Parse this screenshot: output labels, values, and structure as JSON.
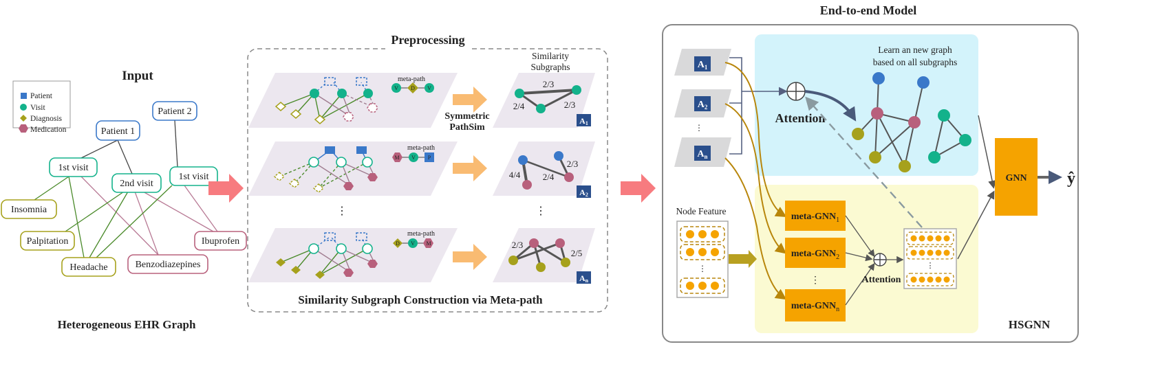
{
  "input": {
    "title": "Input",
    "caption": "Heterogeneous EHR Graph",
    "legend": {
      "patient": "Patient",
      "visit": "Visit",
      "diagnosis": "Diagnosis",
      "medication": "Medication"
    },
    "nodes": {
      "patient1": "Patient 1",
      "patient2": "Patient 2",
      "visit1": "1st visit",
      "visit2": "2nd visit",
      "visit3": "1st visit",
      "insomnia": "Insomnia",
      "palpitation": "Palpitation",
      "headache": "Headache",
      "benzodiazepines": "Benzodiazepines",
      "ibuprofen": "Ibuprofen"
    }
  },
  "preprocessing": {
    "title": "Preprocessing",
    "metapath_label": "meta-path",
    "sim_title_1": "Similarity",
    "sim_title_2": "Subgraphs",
    "pathsim_1": "Symmetric",
    "pathsim_2": "PathSim",
    "caption": "Similarity Subgraph Construction via Meta-path",
    "metapaths": [
      [
        "V",
        "D",
        "V"
      ],
      [
        "M",
        "V",
        "P"
      ],
      [
        "D",
        "V",
        "M"
      ]
    ],
    "weights1": [
      "2/3",
      "2/4",
      "2/3"
    ],
    "weights2": [
      "2/3",
      "4/4",
      "2/4"
    ],
    "weights3": [
      "2/3",
      "2/5"
    ],
    "adj_labels": [
      "A1",
      "A2",
      "An"
    ]
  },
  "model": {
    "title": "End-to-end Model",
    "learn_1": "Learn an new graph",
    "learn_2": "based on all subgraphs",
    "attention": "Attention",
    "node_feature": "Node Feature",
    "meta_gnn": [
      "meta-GNN1",
      "meta-GNN2",
      "meta-GNNn"
    ],
    "gnn": "GNN",
    "output": "ŷ",
    "name": "HSGNN"
  },
  "colors": {
    "patient": "#3a78c9",
    "visit": "#13b28b",
    "diagnosis": "#a6a11c",
    "medication": "#b8607c",
    "orange": "#f5a300",
    "gold_arrow": "#b8860b",
    "pink_arrow": "#f77b7f",
    "cyan_panel": "#d3f3fb",
    "yellow_panel": "#fbfad2",
    "adj_blue": "#2a4f8c"
  }
}
